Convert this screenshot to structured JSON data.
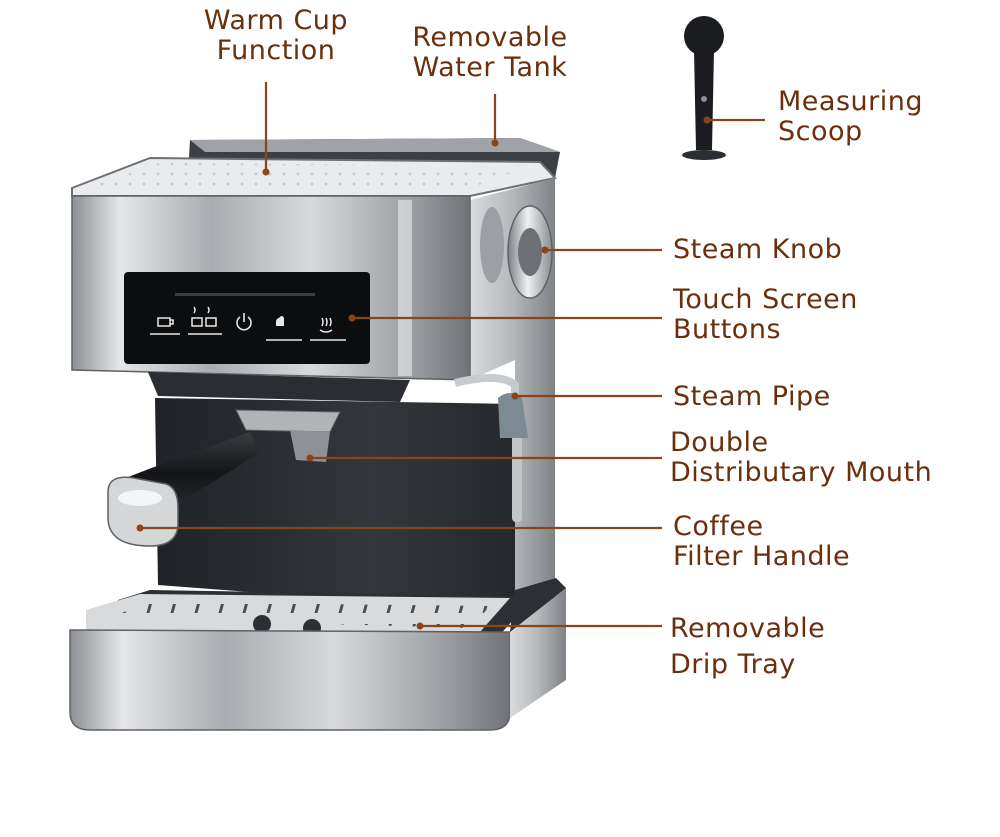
{
  "colors": {
    "label_text": "#6b2f0e",
    "leader_line": "#8a4418",
    "steel": "#b9bcbf",
    "dark_body": "#2b2e32"
  },
  "labels": {
    "warm_cup": [
      "Warm Cup",
      "Function"
    ],
    "water_tank": [
      "Removable",
      "Water Tank"
    ],
    "measuring_scoop": [
      "Measuring",
      "Scoop"
    ],
    "steam_knob": [
      "Steam Knob"
    ],
    "touch_buttons": [
      "Touch Screen",
      "Buttons"
    ],
    "steam_pipe": [
      "Steam Pipe"
    ],
    "double_mouth": [
      "Double",
      "Distributary Mouth"
    ],
    "filter_handle": [
      "Coffee",
      "Filter Handle"
    ],
    "drip_tray": [
      "Removable",
      "Drip Tray"
    ]
  },
  "panel_icons": [
    "single-cup-icon",
    "double-cup-icon",
    "power-icon",
    "steam-hand-icon",
    "hot-water-icon"
  ]
}
